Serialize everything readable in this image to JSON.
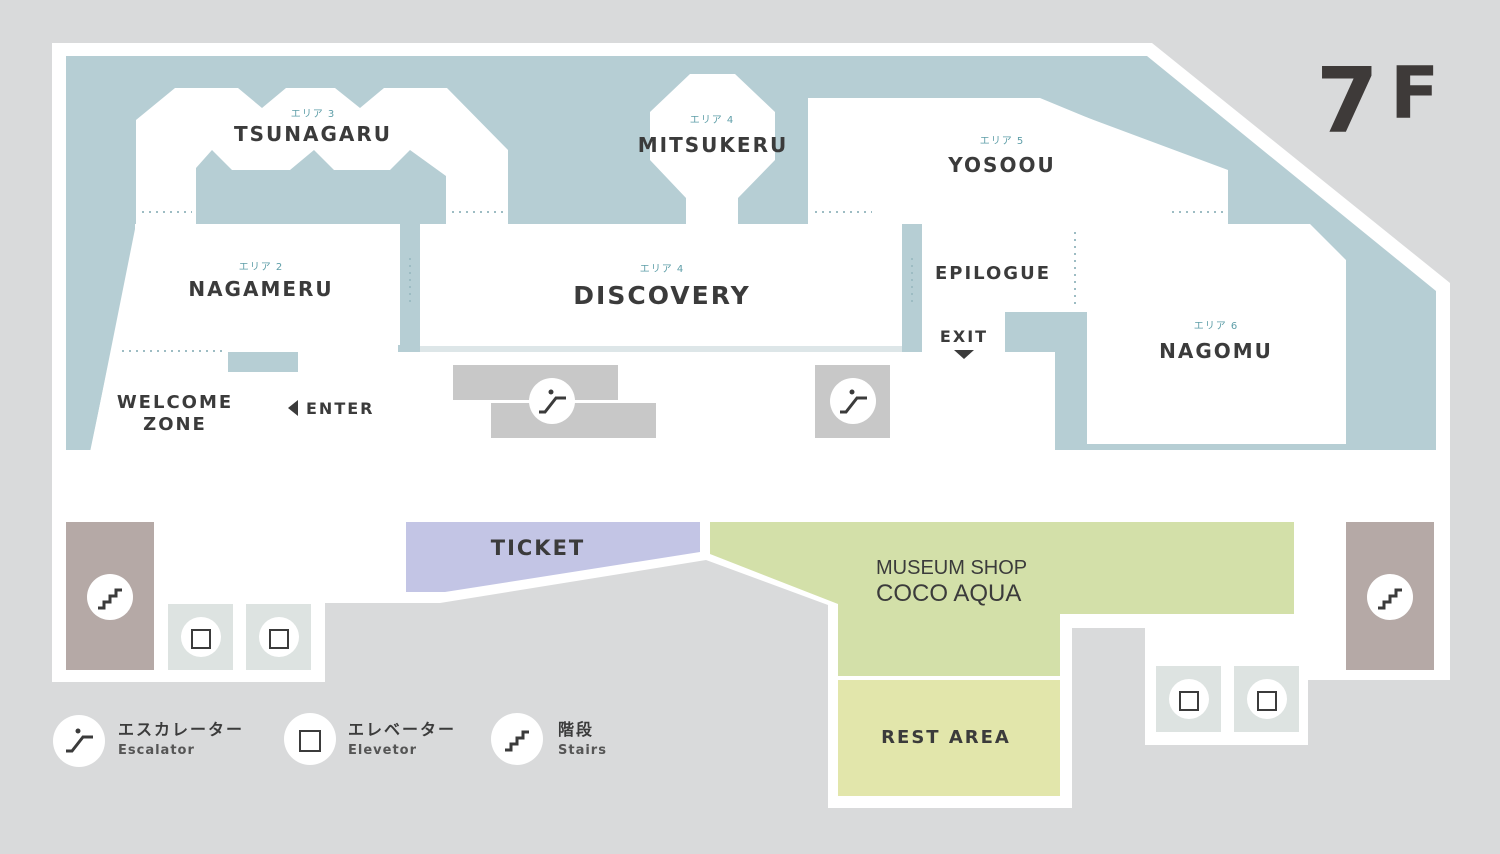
{
  "floor": {
    "number": "7",
    "suffix": "F"
  },
  "zones": {
    "tsunagaru": {
      "sub": "エリア 3",
      "name": "TSUNAGARU"
    },
    "mitsukeru": {
      "sub": "エリア 4",
      "name": "MITSUKERU"
    },
    "yosoou": {
      "sub": "エリア 5",
      "name": "YOSOOU"
    },
    "nagameru": {
      "sub": "エリア 2",
      "name": "NAGAMERU"
    },
    "discovery": {
      "sub": "エリア 4",
      "name": "DISCOVERY"
    },
    "epilogue": {
      "name": "EPILOGUE"
    },
    "nagomu": {
      "sub": "エリア 6",
      "name": "NAGOMU"
    },
    "welcome_line1": "WELCOME",
    "welcome_line2": "ZONE"
  },
  "labels": {
    "enter": "ENTER",
    "exit": "EXIT",
    "ticket": "TICKET",
    "shop_line1": "MUSEUM SHOP",
    "shop_line2": "COCO AQUA",
    "rest_area": "REST AREA"
  },
  "legend": [
    {
      "icon": "escalator-icon",
      "jp": "エスカレーター",
      "en": "Escalator"
    },
    {
      "icon": "elevator-icon",
      "jp": "エレベーター",
      "en": "Elevetor"
    },
    {
      "icon": "stairs-icon",
      "jp": "階段",
      "en": "Stairs"
    }
  ],
  "colors": {
    "background": "#d9dadb",
    "water": "#b6ced4",
    "walkway": "#ffffff",
    "ticket": "#c3c5e5",
    "shop": "#d3e0a9",
    "rest": "#e2e6ab",
    "stairs_block": "#b5a9a6",
    "elevator_block": "#dde3e1",
    "escalator_block": "#c8c8c8",
    "text": "#3b3b3b"
  }
}
